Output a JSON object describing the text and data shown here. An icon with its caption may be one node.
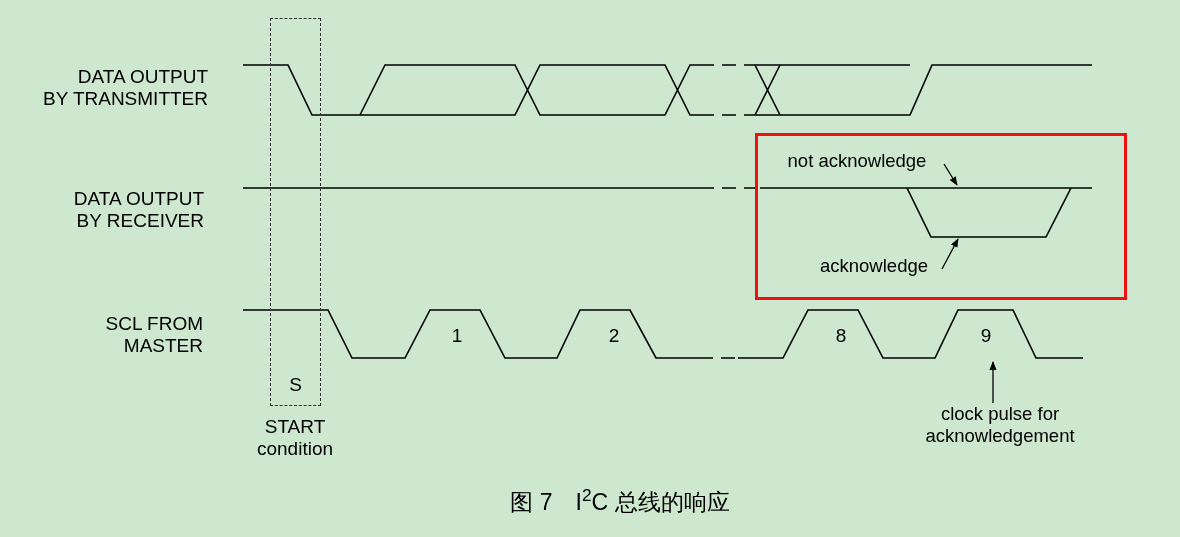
{
  "diagram": {
    "caption": "图 7　I$^{2}$C 总线的响应",
    "nodes": [
      {
        "text": [],
        "shape": "box"
      },
      {
        "text": [
          "not acknowledge"
        ],
        "in": 0
      },
      {
        "text": [
          "acknowledge"
        ],
        "in": 0
      },
      {
        "text": [
          "clock pulse for acknowledgement"
        ]
      },
      {
        "text": [
          "S"
        ],
        "beside": [
          "START condition"
        ]
      },
      {
        "text": [
          "9"
        ]
      }
    ],
    "edges": [
      {
        "from": 1,
        "to": null,
        "arrow": "to"
      },
      {
        "from": 2,
        "to": null,
        "arrow": "to"
      },
      {
        "from": 3,
        "to": 5,
        "arrow": "to"
      }
    ],
    "labels": [
      "DATA OUTPUT BY TRANSMITTER",
      "DATA OUTPUT BY RECEIVER",
      "SCL FROM MASTER",
      "1",
      "2",
      "8"
    ]
  }
}
